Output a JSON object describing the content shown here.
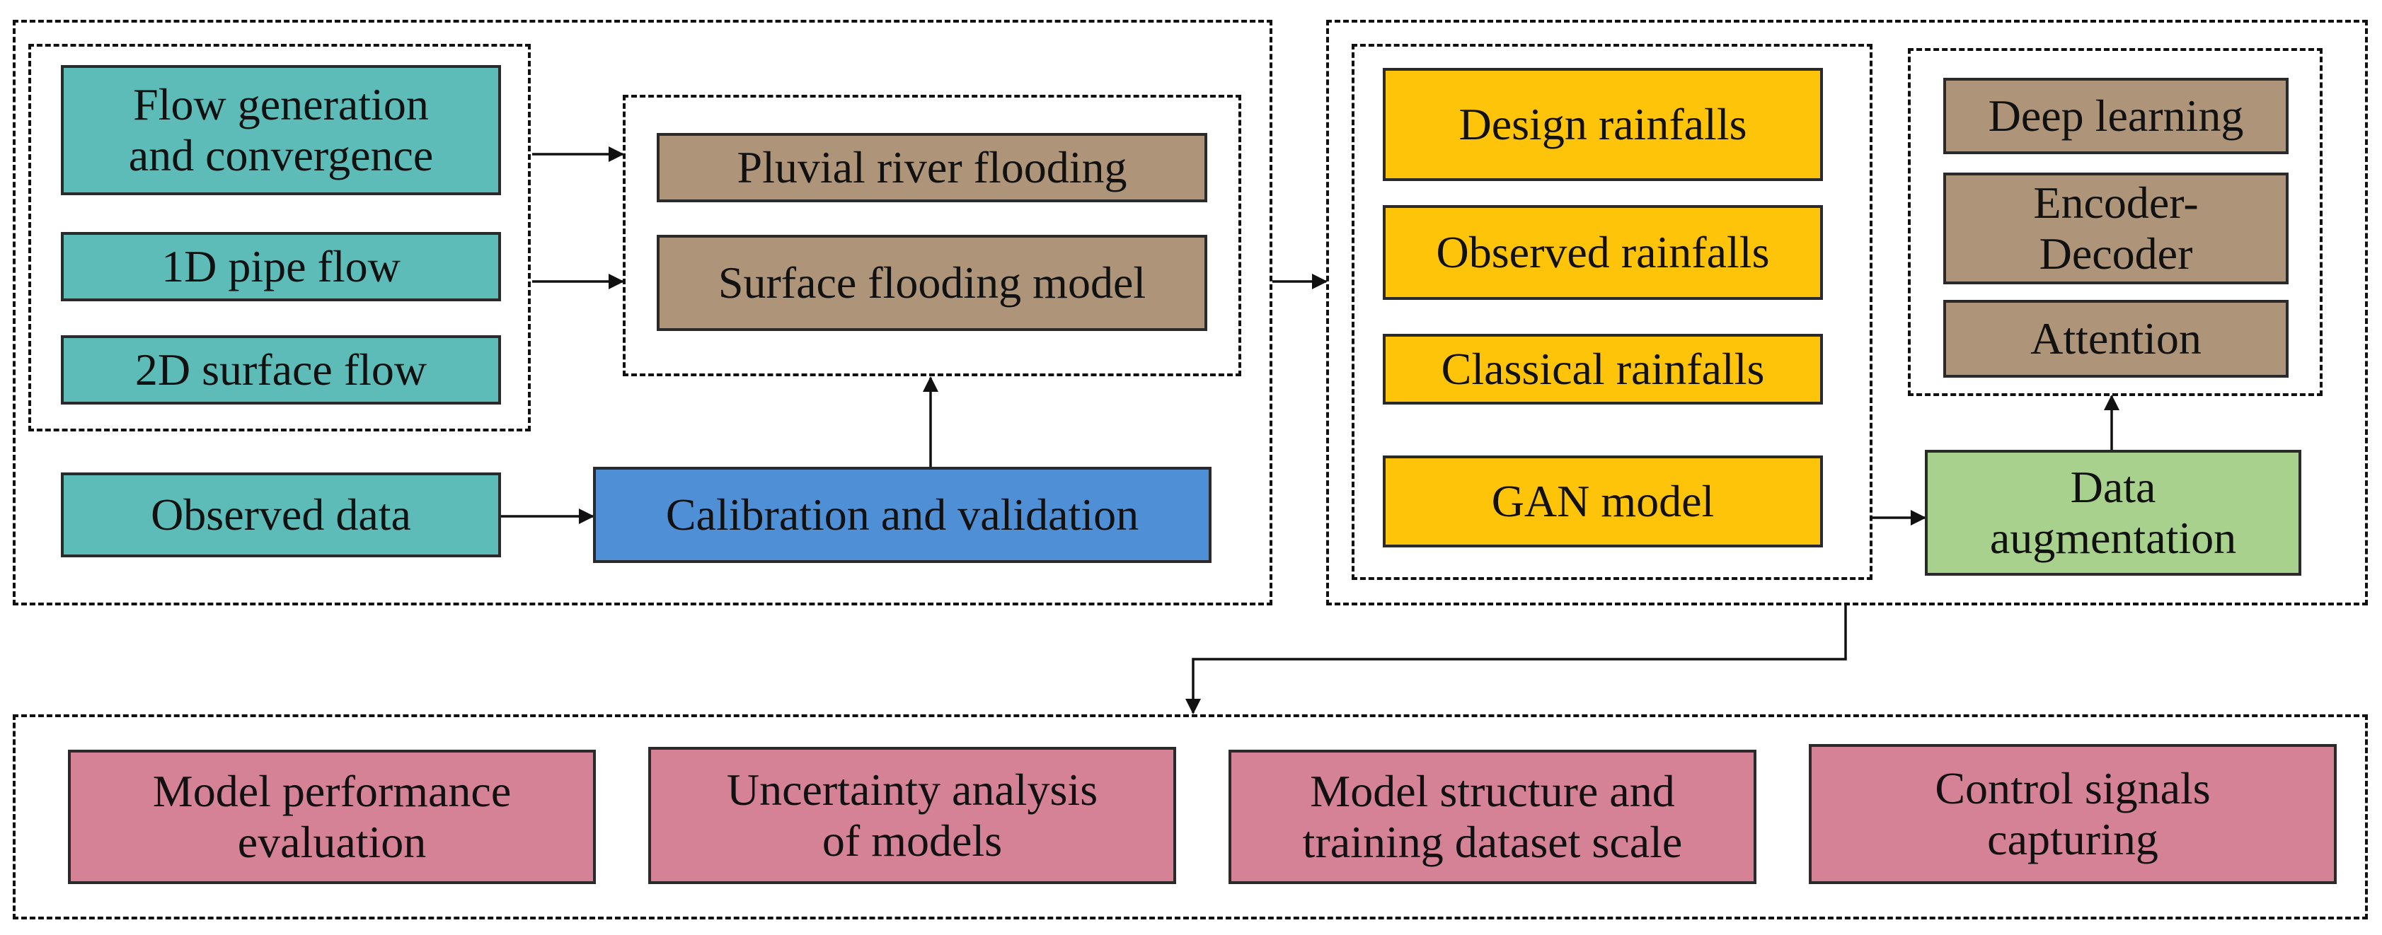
{
  "colors": {
    "teal": "#5dbcb7",
    "brown": "#ae9478",
    "blue": "#4f8fd6",
    "yellow": "#fec40a",
    "green": "#a9d18e",
    "pink": "#d58196",
    "line": "#111111"
  },
  "modeling": {
    "flow_generation": "Flow generation\nand convergence",
    "pipe_flow": "1D pipe flow",
    "surface_flow": "2D surface flow",
    "pluvial_river": "Pluvial river flooding",
    "surface_flooding": "Surface flooding model",
    "observed_data": "Observed data",
    "calibration": "Calibration and validation"
  },
  "rainfall": {
    "design": "Design rainfalls",
    "observed": "Observed rainfalls",
    "classical": "Classical rainfalls",
    "gan": "GAN model",
    "augmentation": "Data\naugmentation"
  },
  "learning": {
    "deep": "Deep learning",
    "encoder": "Encoder-\nDecoder",
    "attention": "Attention"
  },
  "analysis": {
    "performance": "Model performance\nevaluation",
    "uncertainty": "Uncertainty analysis\nof models",
    "structure": "Model structure and\ntraining dataset scale",
    "control": "Control signals\ncapturing"
  }
}
